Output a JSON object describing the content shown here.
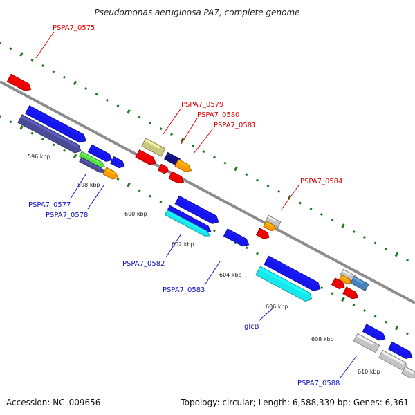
{
  "title": "Pseudomonas aeruginosa PA7, complete genome",
  "footer": {
    "accession": "Accession: NC_009656",
    "summary": "Topology: circular; Length: 6,588,339 bp; Genes: 6,361"
  },
  "scale_labels": [
    "596 kbp",
    "598 kbp",
    "600 kbp",
    "602 kbp",
    "604 kbp",
    "606 kbp",
    "608 kbp",
    "610 kbp"
  ],
  "gene_labels": [
    {
      "text": "PSPA7_0575",
      "color": "#e00000"
    },
    {
      "text": "PSPA7_0579",
      "color": "#e00000"
    },
    {
      "text": "PSPA7_0580",
      "color": "#e00000"
    },
    {
      "text": "PSPA7_0581",
      "color": "#e00000"
    },
    {
      "text": "PSPA7_0584",
      "color": "#e00000"
    },
    {
      "text": "PSPA7_0577",
      "color": "#1010c0"
    },
    {
      "text": "PSPA7_0578",
      "color": "#1010c0"
    },
    {
      "text": "PSPA7_0582",
      "color": "#1010c0"
    },
    {
      "text": "PSPA7_0583",
      "color": "#1010c0"
    },
    {
      "text": "glcB",
      "color": "#1010c0"
    },
    {
      "text": "PSPA7_0588",
      "color": "#1010c0"
    }
  ],
  "colors": {
    "backbone": "#8c8c8c",
    "tick": "#1f7a1f",
    "red": "#ee0000",
    "blue": "#1515ee",
    "navy": "#12127a",
    "purple": "#4a4a98",
    "cyan": "#18e8ee",
    "orange": "#ff9900",
    "khaki": "#c8c880",
    "gray": "#c4c4c4",
    "steel": "#4682b4",
    "green": "#55dd44"
  }
}
